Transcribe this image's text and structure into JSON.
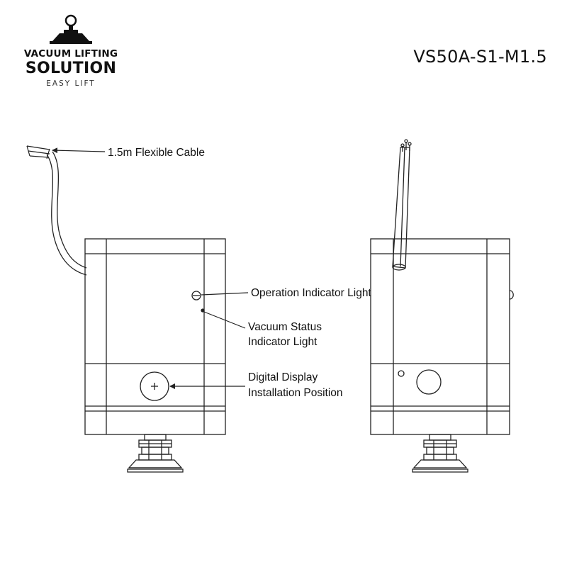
{
  "brand": {
    "name_line1": "VACUUM LIFTING",
    "name_line2": "SOLUTION",
    "tagline": "EASY LIFT",
    "logo_icon": "suction-cup-lifter-icon"
  },
  "model_code": "VS50A-S1-M1.5",
  "callouts": {
    "cable": "1.5m Flexible Cable",
    "operation_light": "Operation Indicator Light",
    "vacuum_status_line1": "Vacuum Status",
    "vacuum_status_line2": "Indicator Light",
    "display_line1": "Digital Display",
    "display_line2": "Installation Position"
  },
  "colors": {
    "line": "#222222",
    "background": "#ffffff"
  }
}
